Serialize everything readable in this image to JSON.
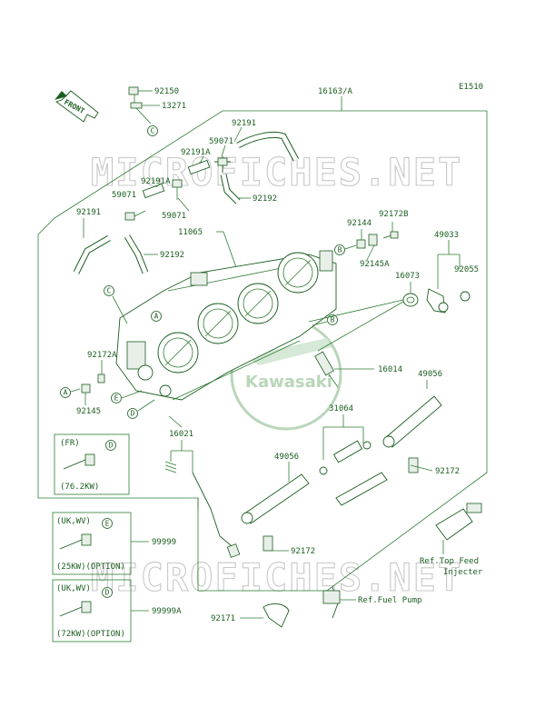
{
  "diagram_code": "E1510",
  "watermark": "MICROFICHES.NET",
  "brand_logo": "Kawasaki",
  "front_arrow": "FRONT",
  "main_assembly": "16163/A",
  "part_labels": {
    "p92150": "92150",
    "p13271": "13271",
    "p92191_top": "92191",
    "p59071_top": "59071",
    "p92191a_top": "92191A",
    "p92191a_mid": "92191A",
    "p59071_mid": "59071",
    "p59071_left": "59071",
    "p92192_mid": "92192",
    "p92191_left": "92191",
    "p11065": "11065",
    "p92192_left": "92192",
    "p92144": "92144",
    "p92172b": "92172B",
    "p49033": "49033",
    "p92145a": "92145A",
    "p92055": "92055",
    "p16073": "16073",
    "p92172a": "92172A",
    "p16014": "16014",
    "p92145": "92145",
    "p49056_right": "49056",
    "p31064": "31064",
    "p16021": "16021",
    "p49056_mid": "49056",
    "p92172_right": "92172",
    "p99999": "99999",
    "p92172_mid": "92172",
    "p99999a": "99999A",
    "p92171": "92171"
  },
  "references": {
    "top_feed": "Ref.Top Feed",
    "injecter": "Injecter",
    "fuel_pump": "Ref.Fuel Pump"
  },
  "option_boxes": {
    "fr_region": "(FR)",
    "fr_power": "(76.2KW)",
    "ukwv1_region": "(UK,WV)",
    "ukwv1_power": "(25KW)(OPTION)",
    "ukwv2_region": "(UK,WV)",
    "ukwv2_power": "(72KW)(OPTION)"
  },
  "callout_letters": {
    "c_top": "C",
    "c_body": "C",
    "a_body": "A",
    "b_right": "B",
    "b_body": "B",
    "a_left": "A",
    "e_body": "E",
    "d_body": "D",
    "d_fr": "D",
    "e_uk": "E",
    "d_uk": "D"
  },
  "colors": {
    "line": "#2e7d32",
    "text": "#1b5e20",
    "watermark": "#c8c8c8"
  }
}
